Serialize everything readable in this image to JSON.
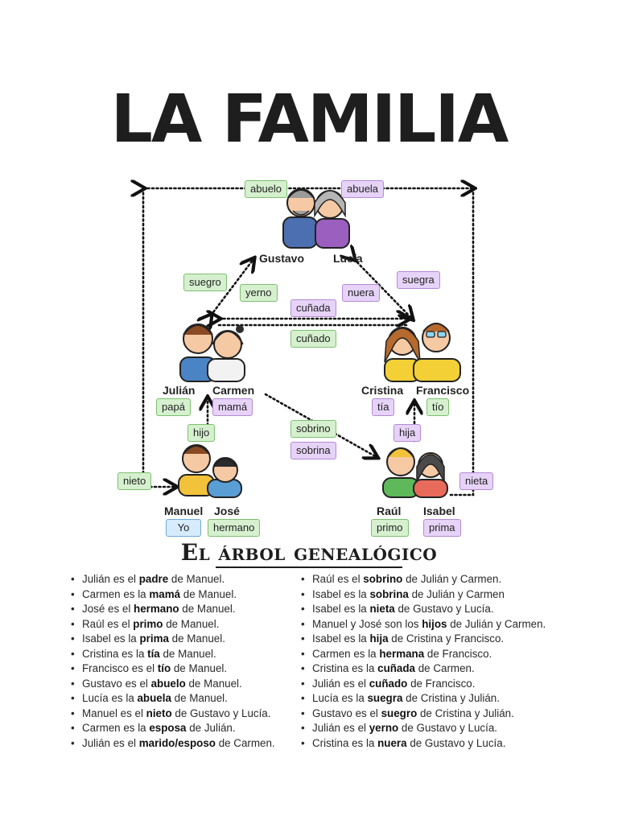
{
  "title": "LA FAMILIA",
  "subtitle": "El árbol genealógico",
  "colors": {
    "green_fill": "#d6f0cf",
    "green_border": "#7cc06e",
    "purple_fill": "#e6d3f7",
    "purple_border": "#b48ad6",
    "blue_fill": "#d6ebfb",
    "blue_border": "#6ea9d6"
  },
  "people": {
    "gustavo": "Gustavo",
    "lucia": "Lucía",
    "julian": "Julián",
    "carmen": "Carmen",
    "cristina": "Cristina",
    "francisco": "Francisco",
    "manuel": "Manuel",
    "jose": "José",
    "raul": "Raúl",
    "isabel": "Isabel"
  },
  "tags": {
    "abuelo": "abuelo",
    "abuela": "abuela",
    "suegro_left": "suegro",
    "yerno": "yerno",
    "nuera": "nuera",
    "suegra": "suegra",
    "cunada": "cuñada",
    "cunado": "cuñado",
    "papa": "papá",
    "mama": "mamá",
    "tia": "tía",
    "tio": "tío",
    "hijo": "hijo",
    "hija": "hija",
    "sobrino": "sobrino",
    "sobrina": "sobrina",
    "nieto": "nieto",
    "nieta": "nieta",
    "yo": "Yo",
    "hermano": "hermano",
    "primo": "primo",
    "prima": "prima"
  },
  "sentences_left": [
    {
      "pre": "Julián es el ",
      "bold": "padre",
      "post": " de Manuel."
    },
    {
      "pre": "Carmen es la ",
      "bold": "mamá",
      "post": " de Manuel."
    },
    {
      "pre": "José es el ",
      "bold": "hermano",
      "post": " de Manuel."
    },
    {
      "pre": "Raúl es el ",
      "bold": "primo",
      "post": " de Manuel."
    },
    {
      "pre": "Isabel es la ",
      "bold": "prima",
      "post": " de Manuel."
    },
    {
      "pre": "Cristina es la ",
      "bold": "tía",
      "post": " de Manuel."
    },
    {
      "pre": "Francisco es el ",
      "bold": "tío",
      "post": " de Manuel."
    },
    {
      "pre": "Gustavo es el ",
      "bold": "abuelo",
      "post": " de Manuel."
    },
    {
      "pre": "Lucía es la ",
      "bold": "abuela",
      "post": " de Manuel."
    },
    {
      "pre": "Manuel es el ",
      "bold": "nieto",
      "post": " de Gustavo y Lucía."
    },
    {
      "pre": "Carmen es la ",
      "bold": "esposa",
      "post": " de Julián."
    },
    {
      "pre": "Julián es el ",
      "bold": "marido/esposo",
      "post": " de Carmen."
    }
  ],
  "sentences_right": [
    {
      "pre": "Raúl es el ",
      "bold": "sobrino",
      "post": " de Julián y Carmen."
    },
    {
      "pre": "Isabel es la ",
      "bold": "sobrina",
      "post": " de Julián y Carmen"
    },
    {
      "pre": "Isabel es la ",
      "bold": "nieta",
      "post": " de Gustavo y Lucía."
    },
    {
      "pre": "Manuel y José son los ",
      "bold": "hijos",
      "post": " de Julián y Carmen."
    },
    {
      "pre": "Isabel es la ",
      "bold": "hija",
      "post": " de Cristina y Francisco."
    },
    {
      "pre": "Carmen es la ",
      "bold": "hermana",
      "post": " de Francisco."
    },
    {
      "pre": "Cristina es la ",
      "bold": "cuñada",
      "post": " de Carmen."
    },
    {
      "pre": "Julián es el ",
      "bold": "cuñado",
      "post": " de Francisco."
    },
    {
      "pre": "Lucía es la ",
      "bold": "suegra",
      "post": " de Cristina y Julián."
    },
    {
      "pre": "Gustavo es el ",
      "bold": "suegro",
      "post": " de Cristina y Julián."
    },
    {
      "pre": "Julián es el ",
      "bold": "yerno",
      "post": " de Gustavo y Lucía."
    },
    {
      "pre": "Cristina es la ",
      "bold": "nuera",
      "post": " de Gustavo y Lucía."
    }
  ]
}
